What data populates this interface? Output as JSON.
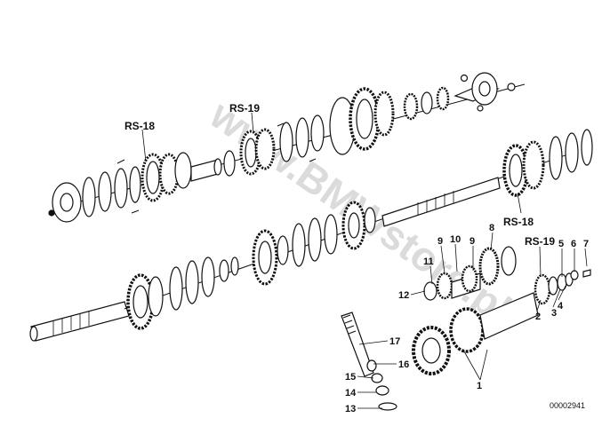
{
  "watermark": "www.BMWstore.pl",
  "drawing_code": "00002941",
  "callouts": {
    "rs18_top": "RS-18",
    "rs19_top": "RS-19",
    "rs18_right": "RS-18",
    "rs19_right": "RS-19",
    "n1": "1",
    "n2": "2",
    "n3": "3",
    "n4": "4",
    "n5": "5",
    "n6": "6",
    "n7": "7",
    "n8": "8",
    "n9a": "9",
    "n9b": "9",
    "n10": "10",
    "n11": "11",
    "n12": "12",
    "n13": "13",
    "n14": "14",
    "n15": "15",
    "n16": "16",
    "n17": "17"
  }
}
